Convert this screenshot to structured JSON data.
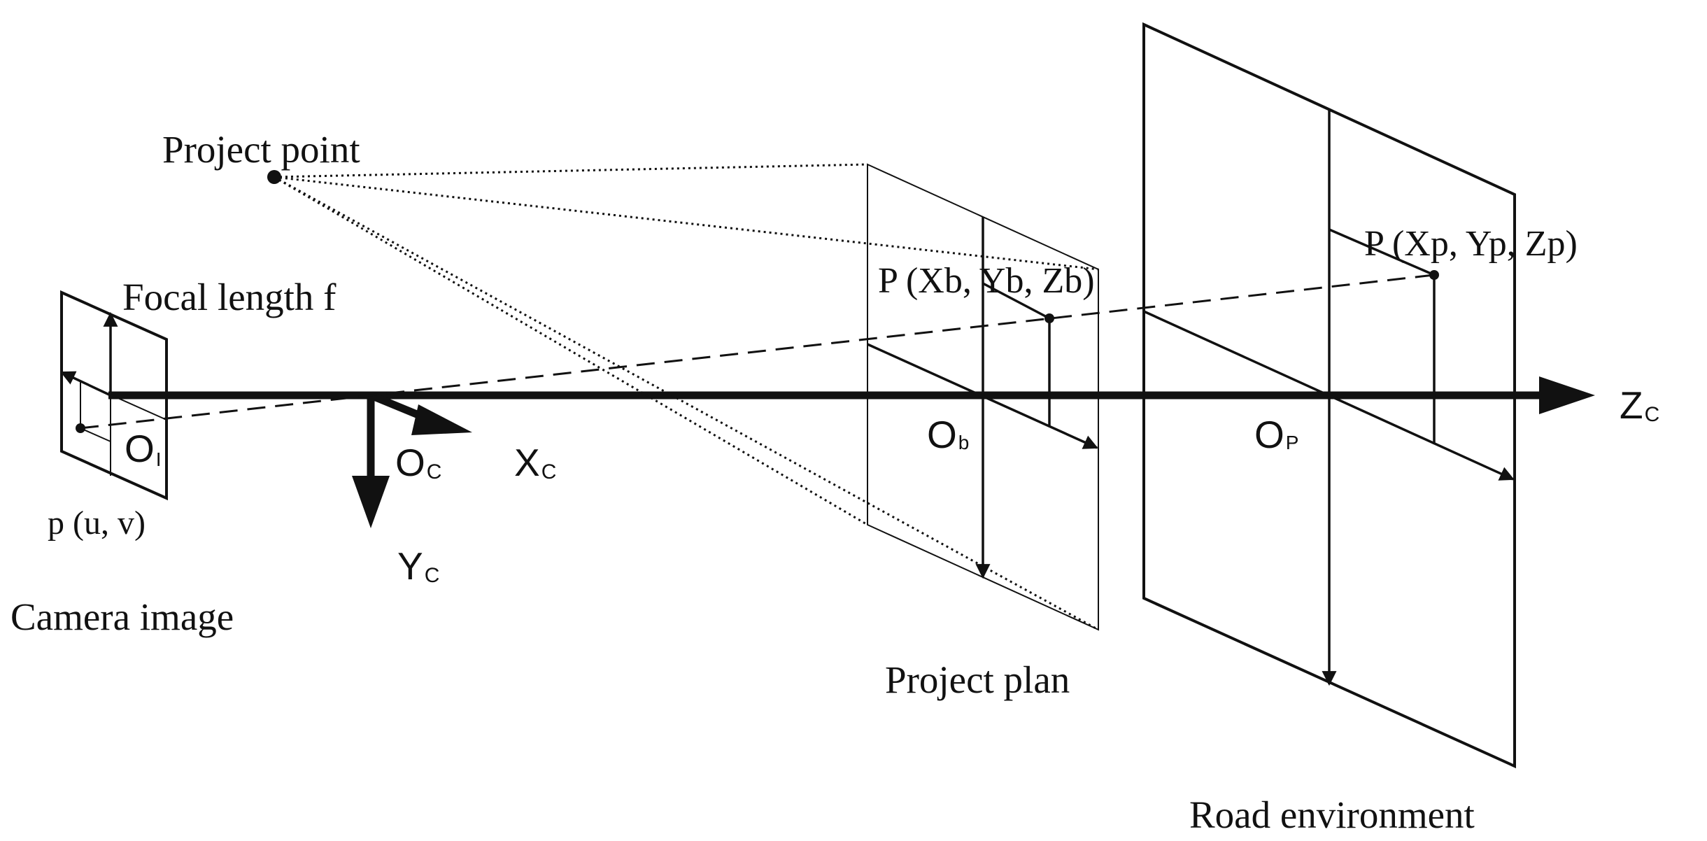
{
  "labels": {
    "project_point": "Project point",
    "focal_length": "Focal length f",
    "camera_image": "Camera image",
    "image_point": "p (u, v)",
    "image_origin_main": "O",
    "image_origin_sub": "I",
    "camera_origin_main": "O",
    "camera_origin_sub": "C",
    "xc_main": "X",
    "xc_sub": "C",
    "yc_main": "Y",
    "yc_sub": "C",
    "zc_main": "Z",
    "zc_sub": "C",
    "plane_point": "P (Xb, Yb, Zb)",
    "plane_origin_main": "O",
    "plane_origin_sub": "b",
    "project_plan": "Project plan",
    "road_point": "P (Xp, Yp, Zp)",
    "road_origin_main": "O",
    "road_origin_sub": "P",
    "road_environment": "Road environment"
  }
}
